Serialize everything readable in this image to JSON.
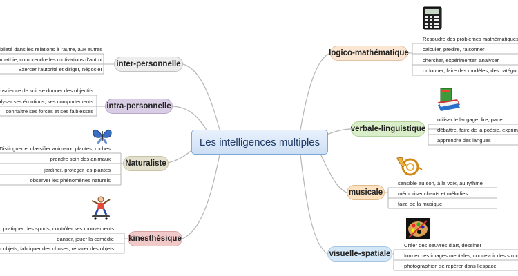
{
  "center": "Les intelligences multiples",
  "colors": {
    "line": "#b5b5b5",
    "center_fill": "#d6e5f7",
    "inter": "#ededed",
    "intra": "#d9cde6",
    "naturaliste": "#e3e0cd",
    "kinesthesique": "#f2c9c9",
    "logico": "#fbe6d3",
    "verbale": "#d9edc9",
    "musicale": "#fde2c2",
    "visuelle": "#d3e7f6"
  },
  "branches": {
    "inter": {
      "label": "inter-personnelle",
      "leaves": [
        "Habileté dans les relations à l'autre, aux autres",
        "Empathie, comprendre les motivations d'autrui",
        "Exercer l'autorité et diriger, négocier"
      ]
    },
    "intra": {
      "label": "intra-personnelle",
      "leaves": [
        "Conscience de soi, se donner des objectifs",
        "analyser ses émotions, ses comportements",
        "connaître ses forces et ses faiblesses"
      ]
    },
    "naturaliste": {
      "label": "Naturaliste",
      "icon": "butterfly-icon",
      "leaves": [
        "Distinguer et classifier animaux, plantes, roches",
        "prendre soin des animaux",
        "jardiner, protéger les plantes",
        "observer les phénomènes naturels"
      ]
    },
    "kinesthesique": {
      "label": "kinesthésique",
      "icon": "skateboarder-icon",
      "leaves": [
        "pratiquer des sports, contrôler ses mouvements",
        "danser, jouer la comédie",
        "r des objets, fabriquer des choses, réparer des objets"
      ]
    },
    "logico": {
      "label": "logico-mathématique",
      "icon": "calculator-icon",
      "leaves": [
        "Résoudre des problèmes mathématiques",
        "calculer, prédire, raisonner",
        "chercher, expérimenter, analyser",
        "ordonner, faire des modèles, des catégories"
      ]
    },
    "verbale": {
      "label": "verbale-linguistique",
      "icon": "books-icon",
      "leaves": [
        "utiliser le langage, lire, parler",
        "débattre, faire de la poésie, exprimer c",
        "apprendre des langues"
      ]
    },
    "musicale": {
      "label": "musicale",
      "icon": "french-horn-icon",
      "leaves": [
        "sensible au son, à la voix, au rythme",
        "mémoriser chants et mélodies",
        "faire de la musique"
      ]
    },
    "visuelle": {
      "label": "visuelle-spatiale",
      "icon": "paint-palette-icon",
      "leaves": [
        "Créer des oeuvres d'art, dessiner",
        "former des images mentales, concevoir des structure",
        "photographier, se repérer dans l'espace"
      ]
    }
  }
}
